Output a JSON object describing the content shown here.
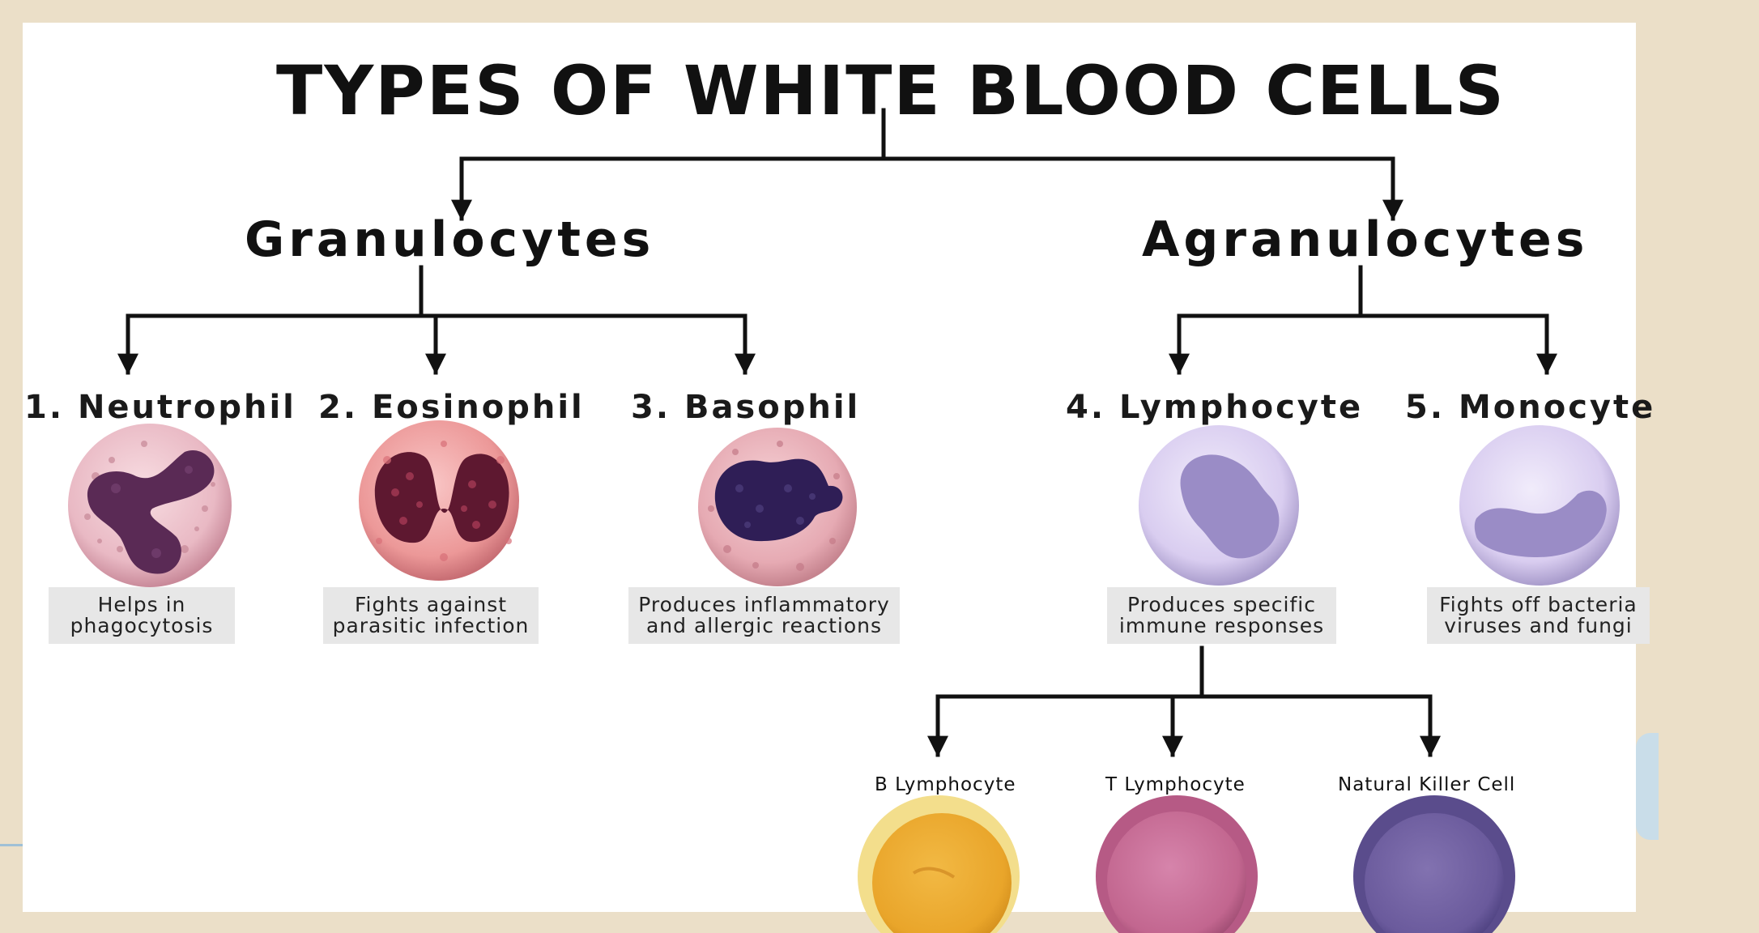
{
  "title": "TYPES OF WHITE BLOOD CELLS",
  "groups": {
    "granulocytes": "Granulocytes",
    "agranulocytes": "Agranulocytes"
  },
  "cells": [
    {
      "name": "1. Neutrophil",
      "description": "Helps in\nphagocytosis"
    },
    {
      "name": "2. Eosinophil",
      "description": "Fights against\nparasitic infection"
    },
    {
      "name": "3. Basophil",
      "description": "Produces inflammatory\nand allergic reactions"
    },
    {
      "name": "4. Lymphocyte",
      "description": "Produces specific\nimmune responses"
    },
    {
      "name": "5. Monocyte",
      "description": "Fights off bacteria\nviruses and fungi"
    }
  ],
  "lymphocyte_types": [
    {
      "name": "B Lymphocyte",
      "color": "#f0b53a"
    },
    {
      "name": "T Lymphocyte",
      "color": "#c86f98"
    },
    {
      "name": "Natural Killer Cell",
      "color": "#6f5fa0"
    }
  ],
  "colors": {
    "background": "#ebdfc8",
    "panel": "#ffffff",
    "lines": "#111111",
    "description_box": "#e7e7e7"
  }
}
